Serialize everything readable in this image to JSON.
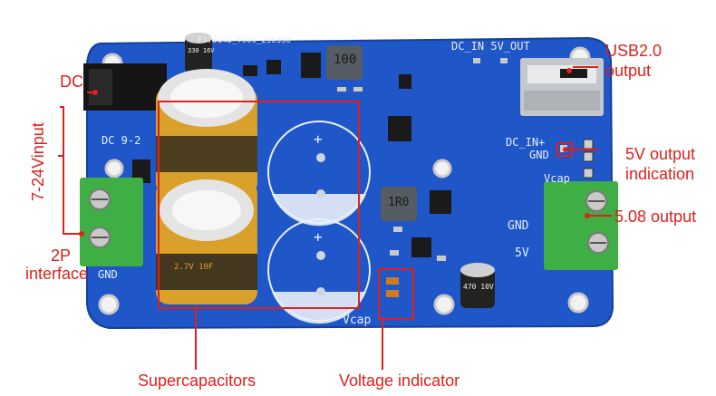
{
  "labels": {
    "dc": "DC",
    "input_range": "7-24Vinput",
    "interface_line1": "2P",
    "interface_line2": "interface",
    "usb_line1": "USB2.0",
    "usb_line2": "output",
    "indicator_line1": "5V output",
    "indicator_line2": "indication",
    "terminal_output": "5.08 output",
    "supercapacitors": "Supercapacitors",
    "voltage_indicator": "Voltage indicator"
  },
  "silkscreen": {
    "board_id": "F373143_Y906_250330",
    "header": "DC_IN 5V_OUT",
    "dc_in_plus": "DC_IN+",
    "gnd_right": "GND",
    "vcap_right": "Vcap",
    "gnd_terminal": "GND",
    "five_v": "5V",
    "vcap_bottom": "Vcap",
    "gnd_left": "GND",
    "dc_range": "DC 9-2",
    "plus_top": "+",
    "plus_bottom": "+",
    "inductor": "100",
    "inductor2": "1R0"
  },
  "components": {
    "small_cap_text": "330 16V",
    "small_cap2_text": "470 10V",
    "supercap_text": "2.7V 10F"
  },
  "colors": {
    "pcb": "#1f56c8",
    "annotation": "#e0201b",
    "terminal": "#3fae45",
    "supercap": "#d9a02a"
  }
}
